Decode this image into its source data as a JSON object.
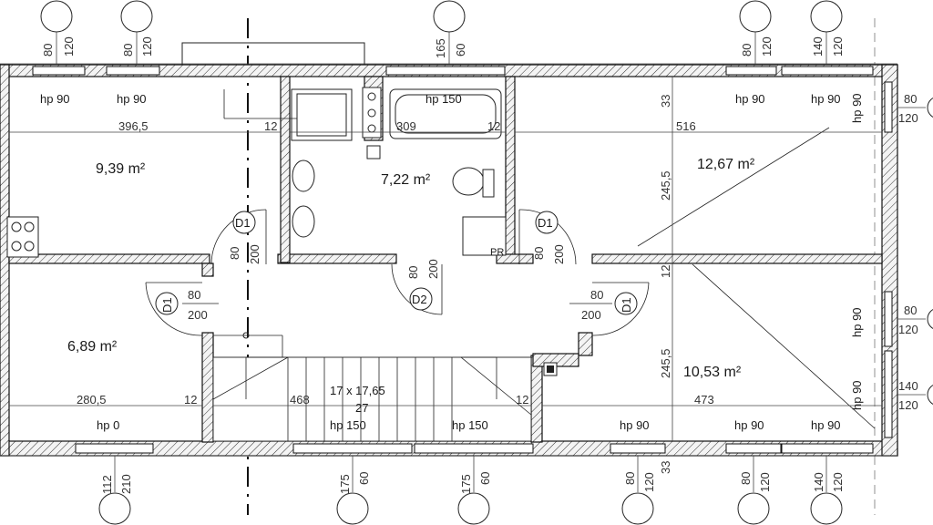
{
  "rooms": [
    {
      "id": "r1",
      "area": "9,39 m²"
    },
    {
      "id": "r2",
      "area": "6,89 m²"
    },
    {
      "id": "r3",
      "area": "7,22 m²"
    },
    {
      "id": "r4",
      "area": "12,67 m²"
    },
    {
      "id": "r5",
      "area": "10,53 m²"
    }
  ],
  "sill_labels": [
    "hp 90",
    "hp 90",
    "hp 150",
    "hp 90",
    "hp 90",
    "hp 90",
    "hp 0",
    "hp 150",
    "hp 150",
    "hp 90",
    "hp 90",
    "hp 90",
    "hp 90",
    "hp 90"
  ],
  "top_dims": [
    {
      "a": "80",
      "b": "120"
    },
    {
      "a": "80",
      "b": "120"
    },
    {
      "a": "165",
      "b": "60"
    },
    {
      "a": "80",
      "b": "120"
    },
    {
      "a": "140",
      "b": "120"
    }
  ],
  "bottom_dims": [
    {
      "a": "112",
      "b": "210"
    },
    {
      "a": "175",
      "b": "60"
    },
    {
      "a": "175",
      "b": "60"
    },
    {
      "a": "80",
      "b": "120"
    },
    {
      "a": "80",
      "b": "120"
    },
    {
      "a": "140",
      "b": "120"
    }
  ],
  "right_dims": [
    {
      "a": "80",
      "b": "120"
    },
    {
      "a": "80",
      "b": "120"
    },
    {
      "a": "140",
      "b": "120"
    }
  ],
  "inner_dims": [
    "396,5",
    "12",
    "309",
    "12",
    "516",
    "280,5",
    "12",
    "468",
    "12",
    "473",
    "245,5",
    "12",
    "245,5",
    "33",
    "33"
  ],
  "doors": [
    {
      "code": "D1",
      "w": "80",
      "h": "200"
    },
    {
      "code": "D1",
      "w": "80",
      "h": "200"
    },
    {
      "code": "D2",
      "w": "80",
      "h": "200"
    },
    {
      "code": "D1",
      "w": "80",
      "h": "200"
    },
    {
      "code": "D1",
      "w": "80",
      "h": "200"
    }
  ],
  "stair": {
    "steps": "17 x 17,65",
    "depth": "27"
  },
  "wc_tag": "PR"
}
